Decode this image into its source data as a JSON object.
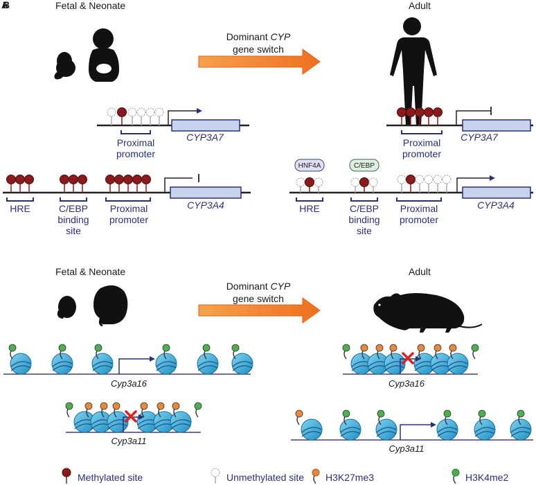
{
  "panel_labels": {
    "a": "A",
    "b": "B"
  },
  "colors": {
    "methylated": "#8b1a1a",
    "unmethylated": "#aaaaaa",
    "h3k27me3": "#e8883a",
    "h3k4me2": "#4caf50",
    "gene_box": "#c7d3ea",
    "arrow": "#f07d28",
    "nucleosome": "#2ea4d6",
    "text_blue": "#2a2f7a"
  },
  "human": {
    "left_title": "Fetal & Neonate",
    "right_title": "Adult",
    "switch_line1": "Dominant",
    "switch_italic": "CYP",
    "switch_line2": "gene switch",
    "left": {
      "cyp3a7": {
        "promoter_label_1": "Proximal",
        "promoter_label_2": "promoter",
        "gene": "CYP3A7"
      },
      "cyp3a4": {
        "hre": "HRE",
        "cebp_1": "C/EBP",
        "cebp_2": "binding",
        "cebp_3": "site",
        "promoter_label_1": "Proximal",
        "promoter_label_2": "promoter",
        "gene": "CYP3A4"
      }
    },
    "right": {
      "cyp3a7": {
        "promoter_label_1": "Proximal",
        "promoter_label_2": "promoter",
        "gene": "CYP3A7"
      },
      "cyp3a4": {
        "hnf4a_tag": "HNF4A",
        "cebp_tag": "C/EBP",
        "hre": "HRE",
        "cebp_1": "C/EBP",
        "cebp_2": "binding",
        "cebp_3": "site",
        "promoter_label_1": "Proximal",
        "promoter_label_2": "promoter",
        "gene": "CYP3A4"
      }
    }
  },
  "mouse": {
    "left_title": "Fetal & Neonate",
    "right_title": "Adult",
    "switch_line1": "Dominant",
    "switch_italic": "CYP",
    "switch_line2": "gene switch",
    "left_top_gene": "Cyp3a16",
    "left_bottom_gene": "Cyp3a11",
    "right_top_gene": "Cyp3a16",
    "right_bottom_gene": "Cyp3a11"
  },
  "legend": {
    "methylated": "Methylated site",
    "unmethylated": "Unmethylated site",
    "h3k27me3": "H3K27me3",
    "h3k4me2": "H3K4me2"
  }
}
